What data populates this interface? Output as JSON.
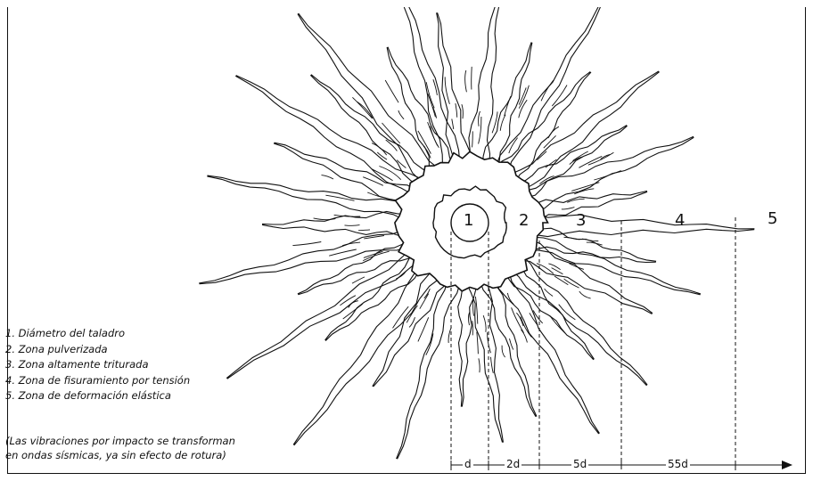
{
  "zones": [
    {
      "id": "zone-1",
      "label": "1"
    },
    {
      "id": "zone-2",
      "label": "2"
    },
    {
      "id": "zone-3",
      "label": "3"
    },
    {
      "id": "zone-4",
      "label": "4"
    },
    {
      "id": "zone-5",
      "label": "5"
    }
  ],
  "legend": [
    "1. Diámetro del taladro",
    "2. Zona pulverizada",
    "3. Zona altamente triturada",
    "4. Zona de fisuramiento por tensión",
    "5. Zona de deformación elástica"
  ],
  "note": [
    "(Las vibraciones por impacto se transforman",
    "en ondas sísmicas, ya sin efecto de rotura)"
  ],
  "dimensions": [
    "d",
    "2d",
    "5d",
    "55d"
  ],
  "colors": {
    "ink": "#111111",
    "background": "#ffffff"
  }
}
